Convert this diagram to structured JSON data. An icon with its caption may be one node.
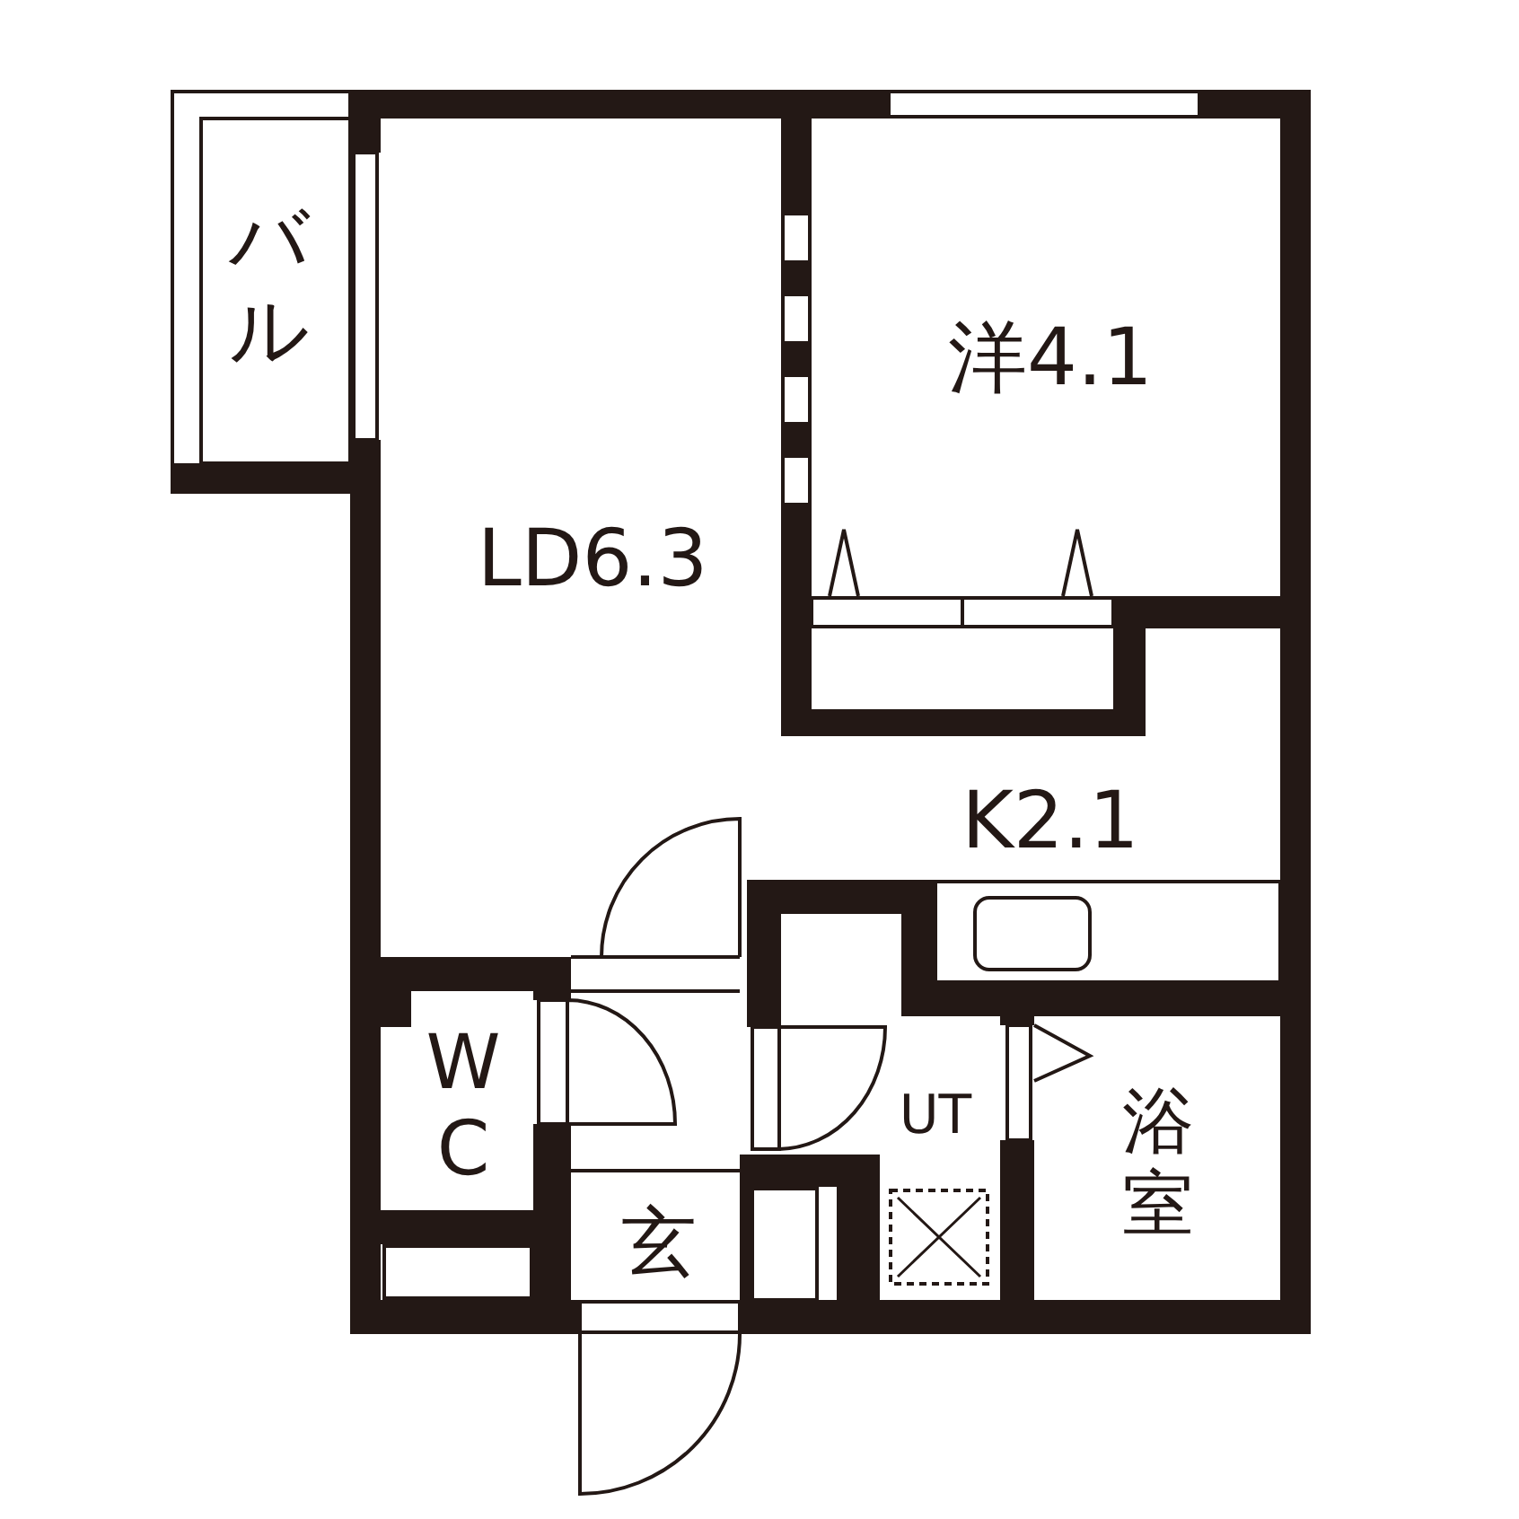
{
  "diagram": {
    "nodes": [
      {
        "text": [
          "バル"
        ]
      },
      {
        "text": [
          "洋4.1"
        ]
      },
      {
        "text": [
          "LD6.3"
        ]
      },
      {
        "text": [
          "K2.1"
        ]
      },
      {
        "text": [
          "W C"
        ]
      },
      {
        "text": [
          "UT"
        ]
      },
      {
        "text": [
          "浴室"
        ]
      },
      {
        "text": [
          "玄"
        ]
      }
    ]
  }
}
